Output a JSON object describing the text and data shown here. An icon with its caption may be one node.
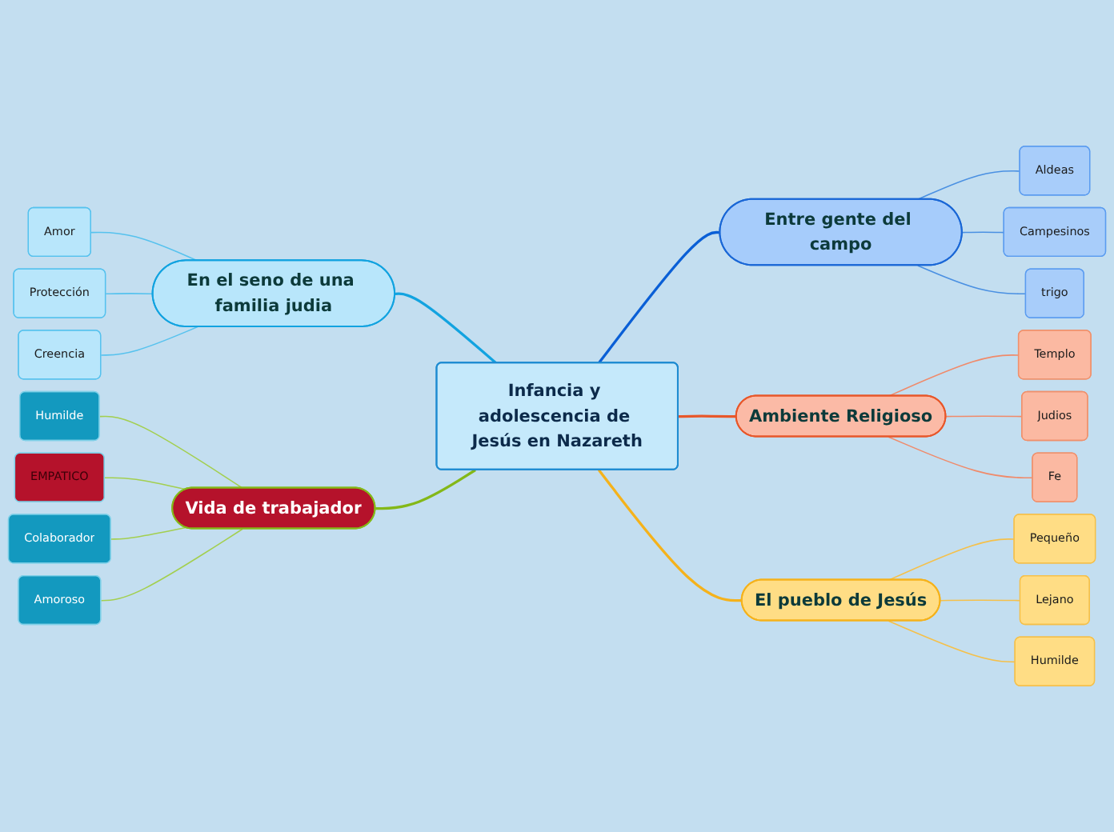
{
  "diagram": {
    "nodes": [
      {
        "text": [
          "Infancia y adolescencia de Jesús en Nazareth"
        ]
      },
      {
        "text": [
          "Entre gente del campo"
        ]
      },
      {
        "text": [
          "Aldeas"
        ]
      },
      {
        "text": [
          "Campesinos"
        ]
      },
      {
        "text": [
          "trigo"
        ]
      },
      {
        "text": [
          "Ambiente Religioso"
        ]
      },
      {
        "text": [
          "Templo"
        ]
      },
      {
        "text": [
          "Judios"
        ]
      },
      {
        "text": [
          "Fe"
        ]
      },
      {
        "text": [
          "El pueblo de Jesús"
        ]
      },
      {
        "text": [
          "Pequeño"
        ]
      },
      {
        "text": [
          "Lejano"
        ]
      },
      {
        "text": [
          "Humilde"
        ]
      },
      {
        "text": [
          "En el seno de una familia judia"
        ]
      },
      {
        "text": [
          "Amor"
        ]
      },
      {
        "text": [
          "Protección"
        ]
      },
      {
        "text": [
          "Creencia"
        ]
      },
      {
        "text": [
          "Vida de trabajador"
        ]
      },
      {
        "text": [
          "Humilde"
        ]
      },
      {
        "text": [
          "EMPATICO"
        ]
      },
      {
        "text": [
          "Colaborador"
        ]
      },
      {
        "text": [
          "Amoroso"
        ]
      }
    ],
    "edges": [
      {
        "from": 0,
        "to": 1,
        "arrow": "none",
        "color": "#0a5fd6"
      },
      {
        "from": 1,
        "to": 2,
        "arrow": "none",
        "color": "#4a90e2"
      },
      {
        "from": 1,
        "to": 3,
        "arrow": "none",
        "color": "#4a90e2"
      },
      {
        "from": 1,
        "to": 4,
        "arrow": "none",
        "color": "#4a90e2"
      },
      {
        "from": 0,
        "to": 5,
        "arrow": "none",
        "color": "#e8572a"
      },
      {
        "from": 5,
        "to": 6,
        "arrow": "none",
        "color": "#f08a6a"
      },
      {
        "from": 5,
        "to": 7,
        "arrow": "none",
        "color": "#f08a6a"
      },
      {
        "from": 5,
        "to": 8,
        "arrow": "none",
        "color": "#f08a6a"
      },
      {
        "from": 0,
        "to": 9,
        "arrow": "none",
        "color": "#f5b21b"
      },
      {
        "from": 9,
        "to": 10,
        "arrow": "none",
        "color": "#f5c04a"
      },
      {
        "from": 9,
        "to": 11,
        "arrow": "none",
        "color": "#f5c04a"
      },
      {
        "from": 9,
        "to": 12,
        "arrow": "none",
        "color": "#f5c04a"
      },
      {
        "from": 13,
        "to": 0,
        "arrow": "none",
        "color": "#12a3e0"
      },
      {
        "from": 14,
        "to": 13,
        "arrow": "none",
        "color": "#56c2ee"
      },
      {
        "from": 15,
        "to": 13,
        "arrow": "none",
        "color": "#56c2ee"
      },
      {
        "from": 16,
        "to": 13,
        "arrow": "none",
        "color": "#56c2ee"
      },
      {
        "from": 17,
        "to": 0,
        "arrow": "none",
        "color": "#84b818"
      },
      {
        "from": 18,
        "to": 17,
        "arrow": "none",
        "color": "#a3cf4f"
      },
      {
        "from": 19,
        "to": 17,
        "arrow": "none",
        "color": "#a3cf4f"
      },
      {
        "from": 20,
        "to": 17,
        "arrow": "none",
        "color": "#a3cf4f"
      },
      {
        "from": 21,
        "to": 17,
        "arrow": "none",
        "color": "#a3cf4f"
      }
    ]
  }
}
